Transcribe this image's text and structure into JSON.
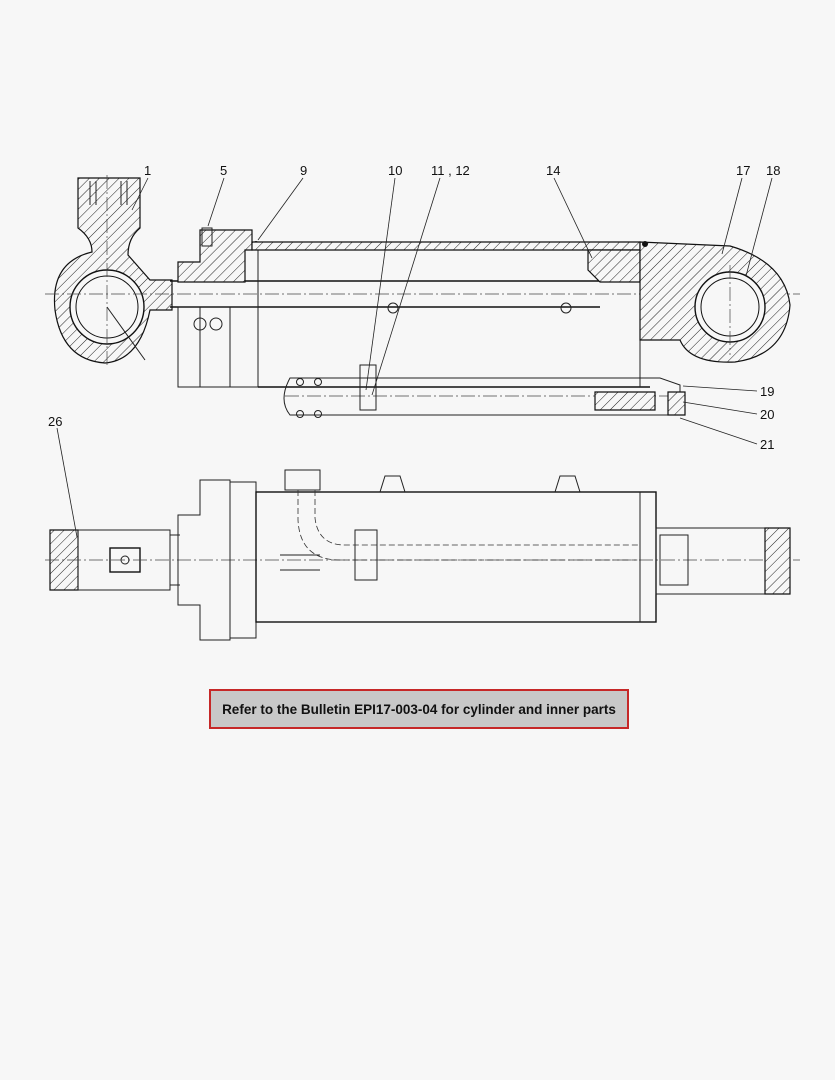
{
  "callouts": {
    "c1": "1",
    "c5": "5",
    "c9": "9",
    "c10": "10",
    "c11_12": "11 , 12",
    "c14": "14",
    "c17": "17",
    "c18": "18",
    "c19": "19",
    "c20": "20",
    "c21": "21",
    "c26": "26"
  },
  "note": {
    "text": "Refer to the Bulletin EPI17-003-04 for cylinder and inner parts",
    "border_color": "#c62828",
    "background_color": "#c8c8c8"
  }
}
